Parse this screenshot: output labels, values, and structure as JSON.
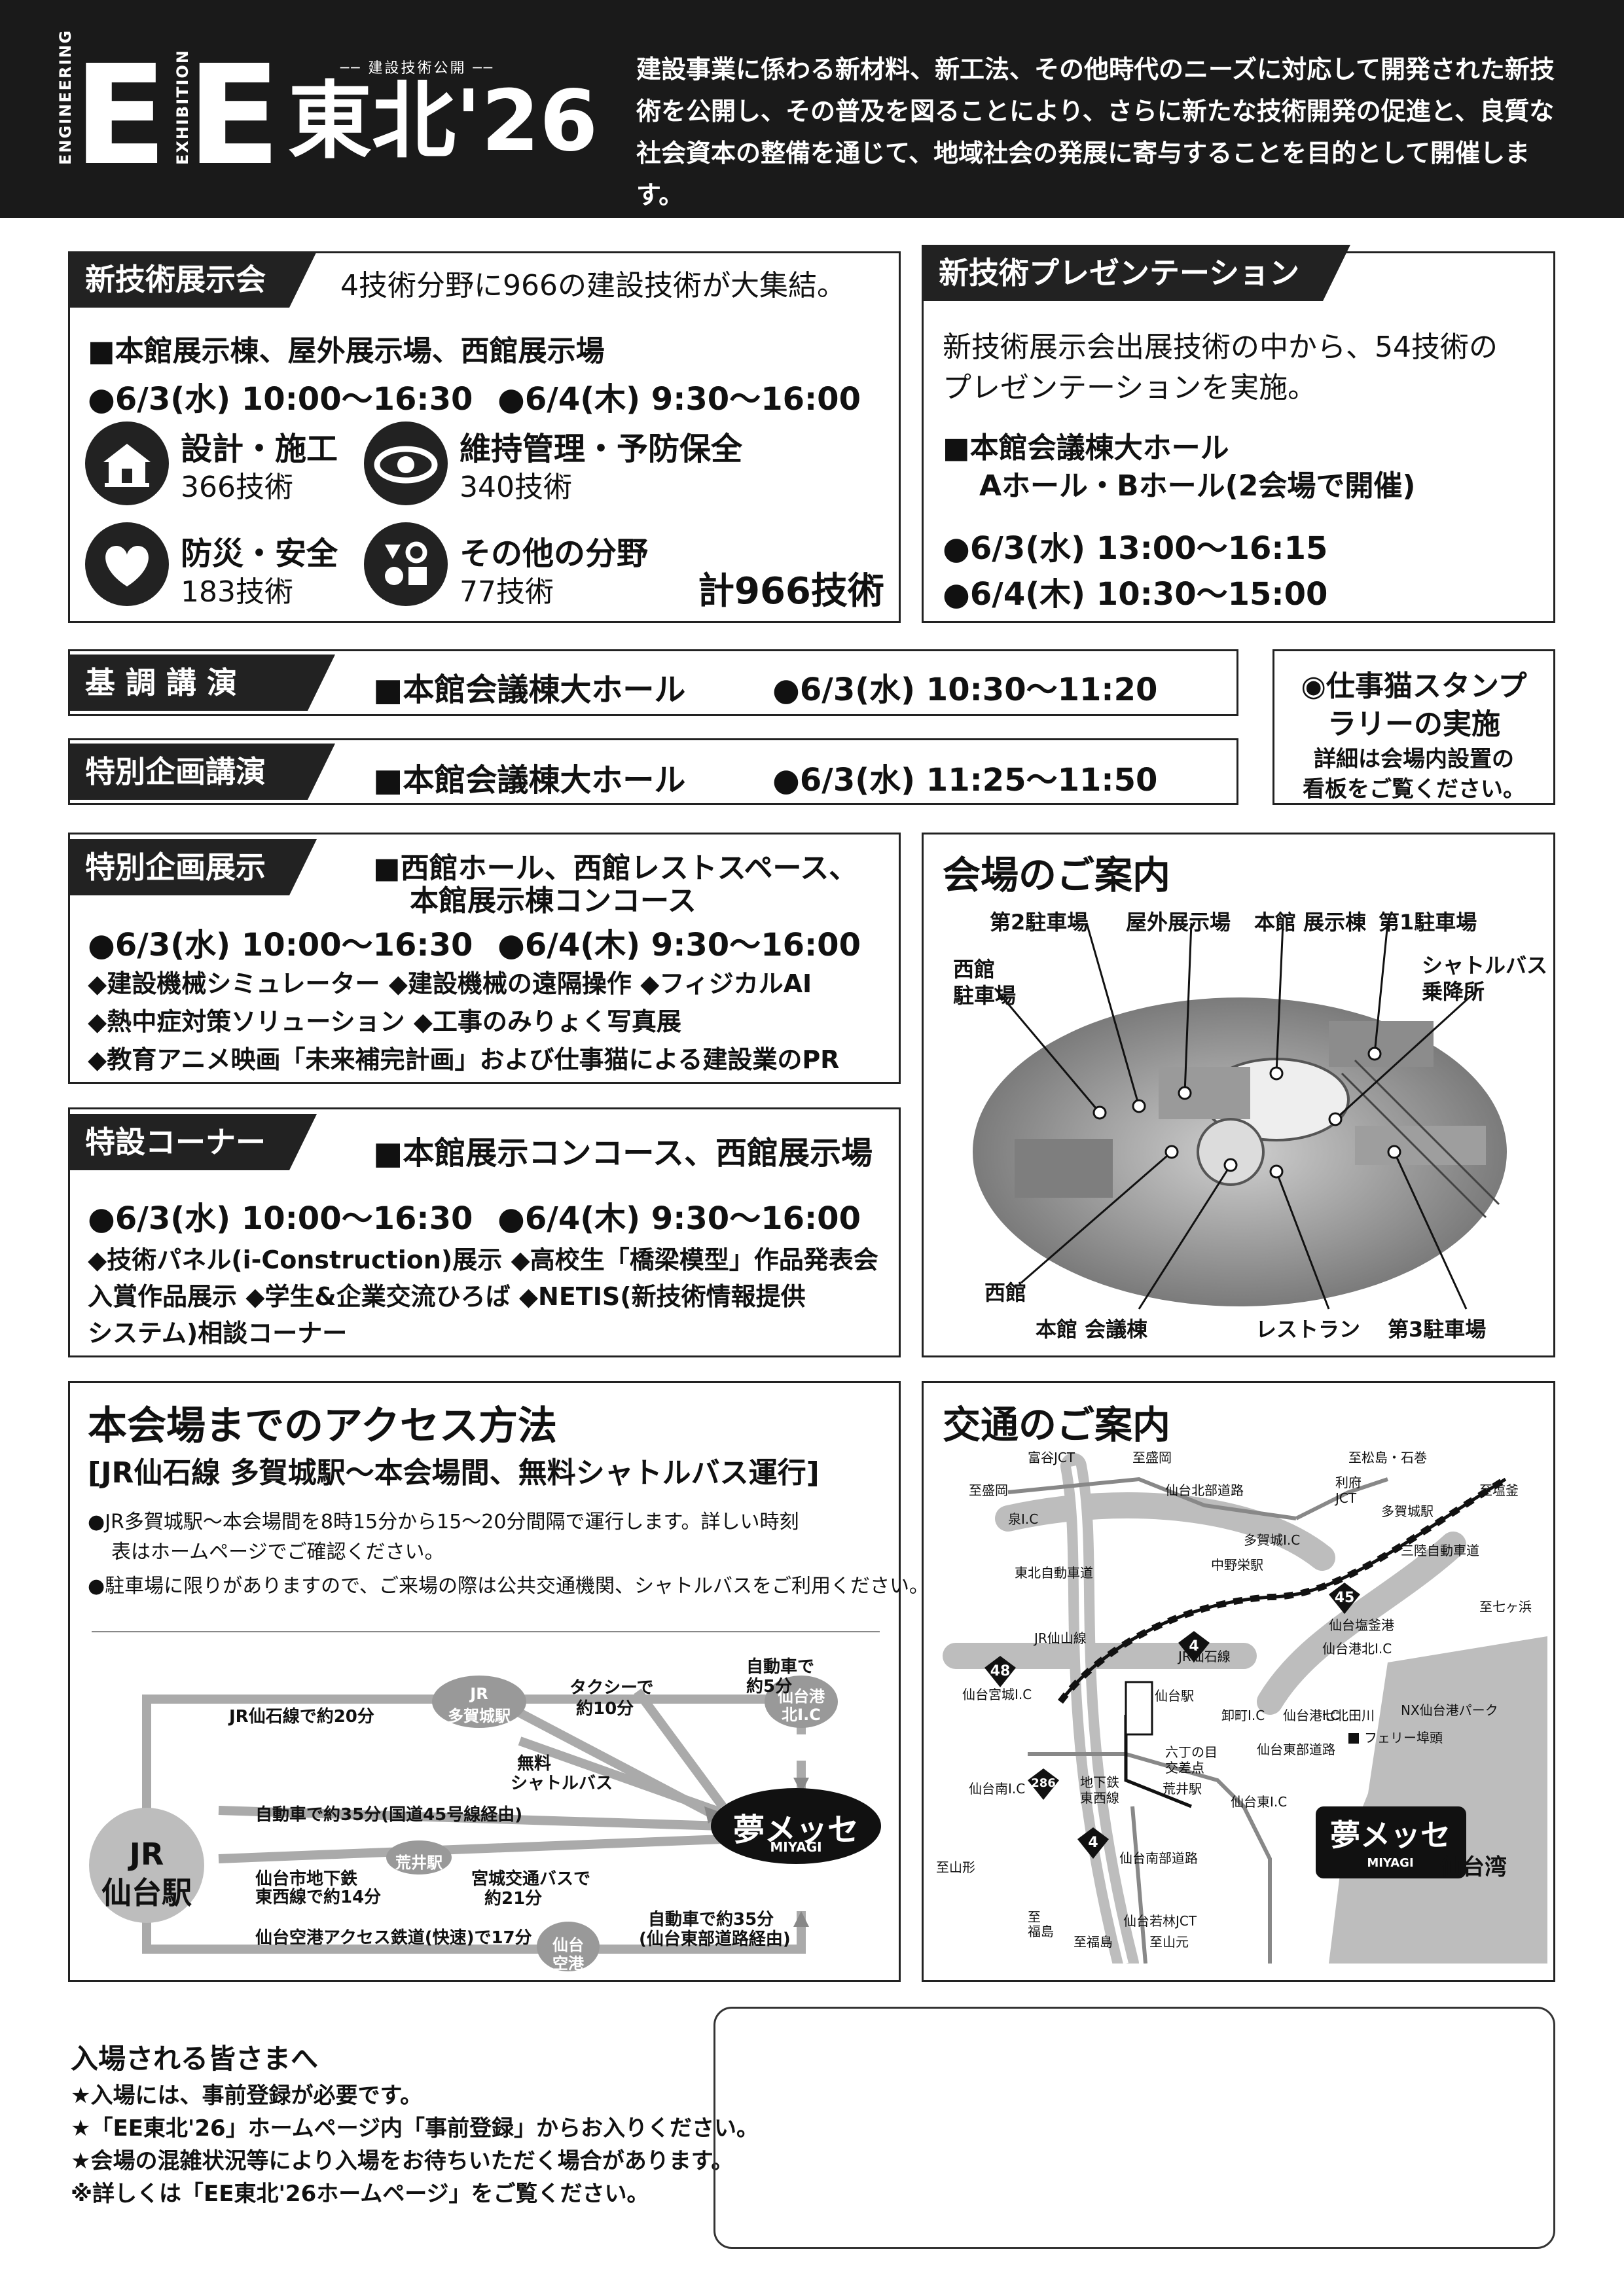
{
  "header": {
    "logo_side1": "ENGINEERING",
    "logo_side2": "EXHIBITION",
    "logo_letters": "EE",
    "logo_sub": "── 建設技術公開 ──",
    "logo_title": "東北'26",
    "intro": "建設事業に係わる新材料、新工法、その他時代のニーズに対応して開発された新技術を公開し、その普及を図ることにより、さらに新たな技術開発の促進と、良質な社会資本の整備を通じて、地域社会の発展に寄与することを目的として開催します。"
  },
  "exhibit": {
    "tag": "新技術展示会",
    "lead": "4技術分野に966の建設技術が大集結。",
    "venue": "■本館展示棟、屋外展示場、西館展示場",
    "date1": "●6/3(水) 10:00〜16:30",
    "date2": "●6/4(木) 9:30〜16:00",
    "fields": [
      {
        "name": "設計・施工",
        "count": "366技術"
      },
      {
        "name": "維持管理・予防保全",
        "count": "340技術"
      },
      {
        "name": "防災・安全",
        "count": "183技術"
      },
      {
        "name": "その他の分野",
        "count": "77技術"
      }
    ],
    "total": "計966技術"
  },
  "presentation": {
    "tag": "新技術プレゼンテーション",
    "lead1": "新技術展示会出展技術の中から、54技術の",
    "lead2": "プレゼンテーションを実施。",
    "venue1": "■本館会議棟大ホール",
    "venue2": "Aホール・Bホール(2会場で開催)",
    "date1": "●6/3(水) 13:00〜16:15",
    "date2": "●6/4(木) 10:30〜15:00"
  },
  "keynote": {
    "tag": "基 調 講 演",
    "venue": "■本館会議棟大ホール",
    "date": "●6/3(水) 10:30〜11:20"
  },
  "special_lecture": {
    "tag": "特別企画講演",
    "venue": "■本館会議棟大ホール",
    "date": "●6/3(水) 11:25〜11:50"
  },
  "stamp": {
    "line1": "◉仕事猫スタンプ",
    "line2": "ラリーの実施",
    "line3": "詳細は会場内設置の",
    "line4": "看板をご覧ください。"
  },
  "special_exhibit": {
    "tag": "特別企画展示",
    "venue1": "■西館ホール、西館レストスペース、",
    "venue2": "本館展示棟コンコース",
    "date1": "●6/3(水) 10:00〜16:30",
    "date2": "●6/4(木) 9:30〜16:00",
    "items1": "◆建設機械シミュレーター ◆建設機械の遠隔操作 ◆フィジカルAI",
    "items2": "◆熱中症対策ソリューション ◆工事のみりょく写真展",
    "items3": "◆教育アニメ映画「未来補完計画」および仕事猫による建設業のPR"
  },
  "corner": {
    "tag": "特設コーナー",
    "venue": "■本館展示コンコース、西館展示場",
    "date1": "●6/3(水) 10:00〜16:30",
    "date2": "●6/4(木) 9:30〜16:00",
    "items1": "◆技術パネル(i-Construction)展示 ◆高校生「橋梁模型」作品発表会",
    "items2": "入賞作品展示 ◆学生&企業交流ひろば ◆NETIS(新技術情報提供",
    "items3": "システム)相談コーナー"
  },
  "venue_guide": {
    "title": "会場のご案内",
    "labels": {
      "p2": "第2駐車場",
      "outdoor": "屋外展示場",
      "main_hall": "本館 展示棟",
      "p1": "第1駐車場",
      "west_parking1": "西館",
      "west_parking2": "駐車場",
      "shuttle1": "シャトルバス",
      "shuttle2": "乗降所",
      "west": "西館",
      "conf": "本館 会議棟",
      "rest": "レストラン",
      "p3": "第3駐車場"
    }
  },
  "access": {
    "title": "本会場までのアクセス方法",
    "subtitle": "[JR仙石線 多賀城駅〜本会場間、無料シャトルバス運行]",
    "note1a": "●JR多賀城駅〜本会場間を8時15分から15〜20分間隔で運行します。詳しい時刻",
    "note1b": "表はホームページでご確認ください。",
    "note2": "●駐車場に限りがありますので、ご来場の際は公共交通機関、シャトルバスをご利用ください。",
    "sendai1": "JR",
    "sendai2": "仙台駅",
    "tagajo1": "JR",
    "tagajo2": "多賀城駅",
    "arai": "荒井駅",
    "airport1": "仙台",
    "airport2": "空港",
    "port1": "仙台港",
    "port2": "北I.C",
    "messe": "夢メッセ",
    "messe_sub": "MIYAGI",
    "r1": "JR仙石線で約20分",
    "r2": "タクシーで",
    "r2b": "約10分",
    "r3": "自動車で",
    "r3b": "約5分",
    "r4": "無料",
    "r4b": "シャトルバス",
    "r5": "自動車で約35分(国道45号線経由)",
    "r6": "仙台市地下鉄",
    "r6b": "東西線で約14分",
    "r7": "宮城交通バスで",
    "r7b": "約21分",
    "r8": "仙台空港アクセス鉄道(快速)で17分",
    "r9": "自動車で約35分",
    "r9b": "(仙台東部道路経由)"
  },
  "traffic": {
    "title": "交通のご案内",
    "labels": {
      "tomiya": "富谷JCT",
      "to_morioka1": "至盛岡",
      "to_morioka2": "至盛岡",
      "izumi": "泉I.C",
      "north_road": "仙台北部道路",
      "to_matsushima": "至松島・石巻",
      "rifu1": "利府",
      "rifu2": "JCT",
      "to_shiogama": "至塩釜",
      "tagajo_ic": "多賀城I.C",
      "tagajo_line": "多賀城駅",
      "sanriku": "三陸自動車道",
      "tohoku": "東北自動車道",
      "naka_nodo": "中野栄駅",
      "port_ko_ic": "仙台港北I.C",
      "shiogama_line": "仙台塩釜港",
      "to_shichigahama": "至七ヶ浜",
      "jr_senzan": "JR仙山線",
      "jr_senseki": "JR仙石線",
      "nx": "NX仙台港パーク",
      "miyagi_ic": "仙台宮城I.C",
      "sendai_st": "仙台駅",
      "kanjo": "仙台港I.C",
      "ferry": "フェリー埠頭",
      "oroshimachi": "卸町I.C",
      "rokuchome1": "六丁の目",
      "rokuchome2": "交差点",
      "subway1": "地下鉄",
      "subway2": "東西線",
      "arai": "荒井駅",
      "sendai_higashi": "仙台東I.C",
      "nanakita": "七北田川",
      "sendai_nanbu": "仙台南部道路",
      "nanbu_ic": "仙台南I.C",
      "to_yamagata": "至山形",
      "to_fukushima1": "至",
      "to_fukushima2": "福島",
      "to_fukushima3": "至福島",
      "wakabayashi": "仙台若林JCT",
      "to_yamamoto": "至山元",
      "sendai_bay": "仙台湾",
      "route4": "4",
      "route45": "45",
      "route48": "48",
      "route286": "286",
      "messe": "夢メッセ",
      "messe_sub": "MIYAGI",
      "tobu": "仙台東部道路"
    }
  },
  "notice": {
    "title": "入場される皆さまへ",
    "l1": "★入場には、事前登録が必要です。",
    "l2": "★「EE東北'26」ホームページ内「事前登録」からお入りください。",
    "l3": "★会場の混雑状況等により入場をお待ちいただく場合があります。",
    "l4": "※詳しくは「EE東北'26ホームページ」をご覧ください。"
  }
}
